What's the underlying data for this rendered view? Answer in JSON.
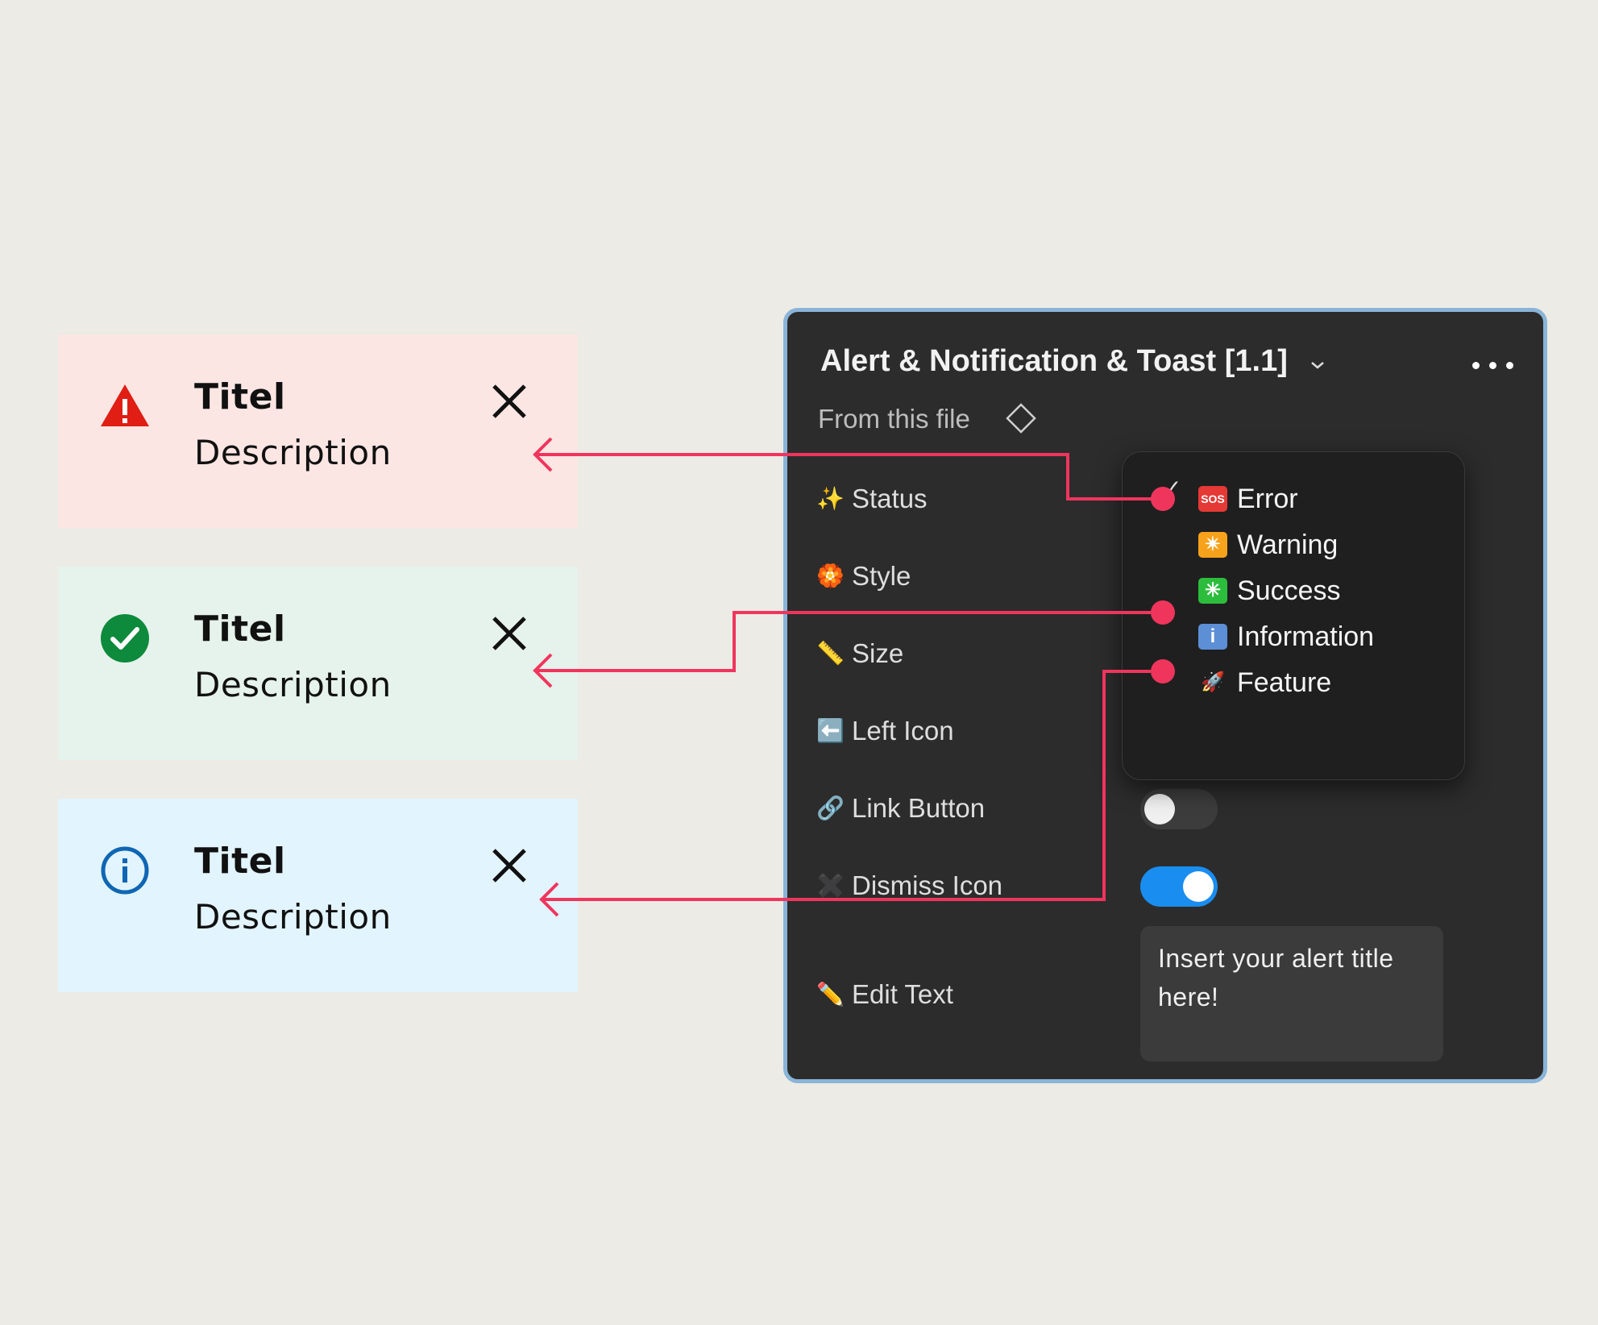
{
  "alerts": [
    {
      "title": "Titel",
      "description": "Description",
      "icon": "warning-triangle-icon",
      "bg": "#fce6e3",
      "icon_color": "#e01e14"
    },
    {
      "title": "Titel",
      "description": "Description",
      "icon": "check-circle-icon",
      "bg": "#e6f2ec",
      "icon_color": "#0d8a3c"
    },
    {
      "title": "Titel",
      "description": "Description",
      "icon": "info-circle-icon",
      "bg": "#e2f4fd",
      "icon_color": "#0f66b3"
    }
  ],
  "panel": {
    "title": "Alert & Notification & Toast [1.1]",
    "subtitle": "From this file",
    "properties": [
      {
        "emoji": "✨",
        "label": "Status"
      },
      {
        "emoji": "🏵️",
        "label": "Style"
      },
      {
        "emoji": "📏",
        "label": "Size"
      },
      {
        "emoji": "⬅️",
        "label": "Left Icon"
      },
      {
        "emoji": "🔗",
        "label": "Link Button"
      },
      {
        "emoji": "✖️",
        "label": "Dismiss Icon"
      },
      {
        "emoji": "✏️",
        "label": "Edit Text"
      }
    ],
    "link_button_on": false,
    "dismiss_icon_on": true,
    "edit_text_value": "Insert your alert title here!"
  },
  "status_dropdown": {
    "selected": "Error",
    "options": [
      {
        "emoji": "🆘",
        "label": "Error"
      },
      {
        "emoji": "✴️",
        "label": "Warning"
      },
      {
        "emoji": "✳️",
        "label": "Success"
      },
      {
        "emoji": "ℹ️",
        "label": "Information"
      },
      {
        "emoji": "🚀",
        "label": "Feature"
      }
    ]
  },
  "colors": {
    "accent": "#f0355d",
    "toggle_on": "#1a8df0",
    "panel_bg": "#2c2c2c",
    "panel_border": "#8ab4d8"
  }
}
